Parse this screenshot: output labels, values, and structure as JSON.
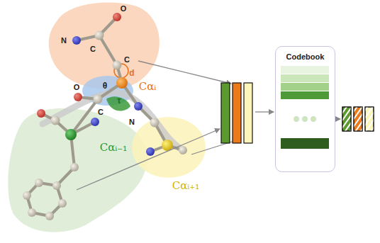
{
  "diagram": {
    "nodes": [
      {
        "text": [
          "Codebook"
        ]
      }
    ],
    "labels": [
      "O",
      "N",
      "C",
      "C",
      "θ",
      "d",
      "Cαᵢ",
      "O",
      "C",
      "τ",
      "N",
      "Cαᵢ₋₁",
      "Cαᵢ₊₁"
    ]
  }
}
